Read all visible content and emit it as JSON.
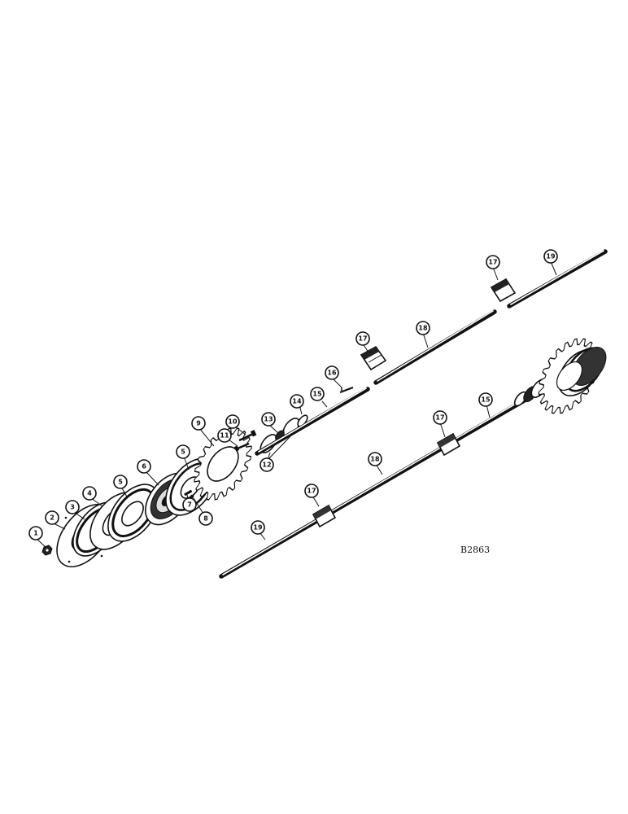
{
  "drawing_code": "B2863",
  "callouts": {
    "c1": "1",
    "c2": "2",
    "c3": "3",
    "c4": "4",
    "c5a": "5",
    "c5b": "5",
    "c6": "6",
    "c7": "7",
    "c8": "8",
    "c9": "9",
    "c10": "10",
    "c11": "11",
    "c12": "12",
    "c13": "13",
    "c14": "14",
    "c15a": "15",
    "c15b": "15",
    "c16": "16",
    "c17a": "17",
    "c17b": "17",
    "c17c": "17",
    "c17d": "17",
    "c18a": "18",
    "c18b": "18",
    "c19a": "19",
    "c19b": "19"
  },
  "colors": {
    "ink": "#111111",
    "paper": "#ffffff"
  }
}
